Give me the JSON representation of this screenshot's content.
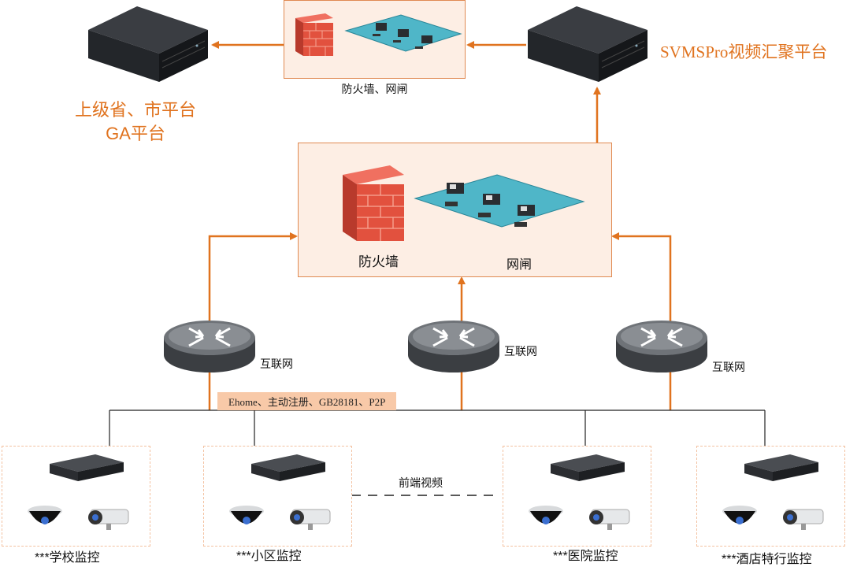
{
  "title": "SVMSPro视频汇聚平台",
  "upper_platform": {
    "line1": "上级省、市平台",
    "line2": "GA平台"
  },
  "top_gateway": {
    "label": "防火墙、网闸"
  },
  "mid_gateway": {
    "firewall_label": "防火墙",
    "gatekeeper_label": "网闸"
  },
  "routers": [
    {
      "label": "互联网"
    },
    {
      "label": "互联网"
    },
    {
      "label": "互联网"
    }
  ],
  "protocols": "Ehome、主动注册、GB28181、P2P",
  "front_video": "前端视频",
  "sites": [
    {
      "label": "***学校监控"
    },
    {
      "label": "***小区监控"
    },
    {
      "label": "***医院监控"
    },
    {
      "label": "***酒店特行监控"
    }
  ],
  "colors": {
    "accent": "#e0731f",
    "box_fill": "#fdeee4",
    "wire": "#222222"
  }
}
